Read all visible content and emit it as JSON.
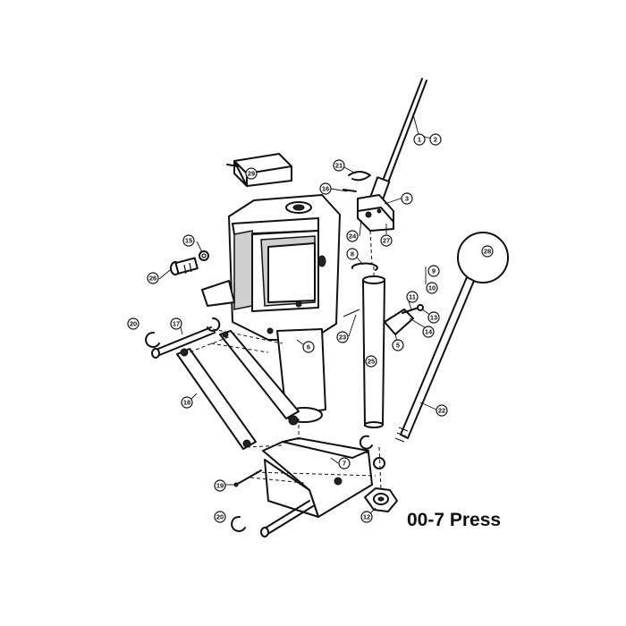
{
  "title": "00-7 Press",
  "callouts": [
    "1",
    "2",
    "3",
    "5",
    "6",
    "7",
    "8",
    "9",
    "10",
    "11",
    "12",
    "13",
    "14",
    "15",
    "16",
    "17",
    "18",
    "19",
    "20",
    "20",
    "21",
    "22",
    "23",
    "24",
    "25",
    "26",
    "27",
    "28",
    "29"
  ]
}
